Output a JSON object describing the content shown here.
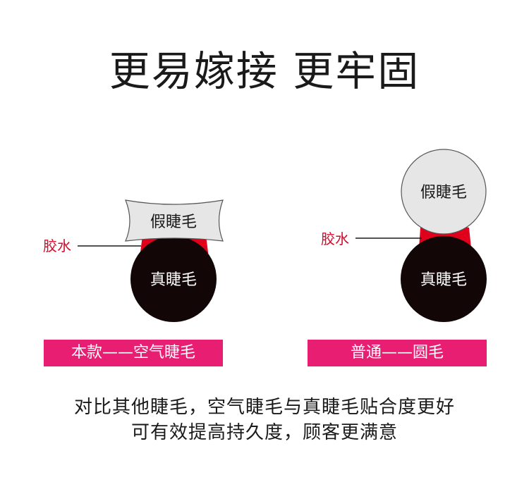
{
  "title": "更易嫁接 更牢固",
  "colors": {
    "glue": "#e0001b",
    "natural_lash": "#120606",
    "false_lash": "#e6e6e6",
    "banner": "#e81e73",
    "glue_label": "#d10d2a"
  },
  "left": {
    "false_lash_label": "假睫毛",
    "natural_lash_label": "真睫毛",
    "glue_label": "胶水",
    "banner": "本款——空气睫毛"
  },
  "right": {
    "false_lash_label": "假睫毛",
    "natural_lash_label": "真睫毛",
    "glue_label": "胶水",
    "banner": "普通——圆毛"
  },
  "caption": {
    "line1": "对比其他睫毛，空气睫毛与真睫毛贴合度更好",
    "line2": "可有效提高持久度，顾客更满意"
  }
}
